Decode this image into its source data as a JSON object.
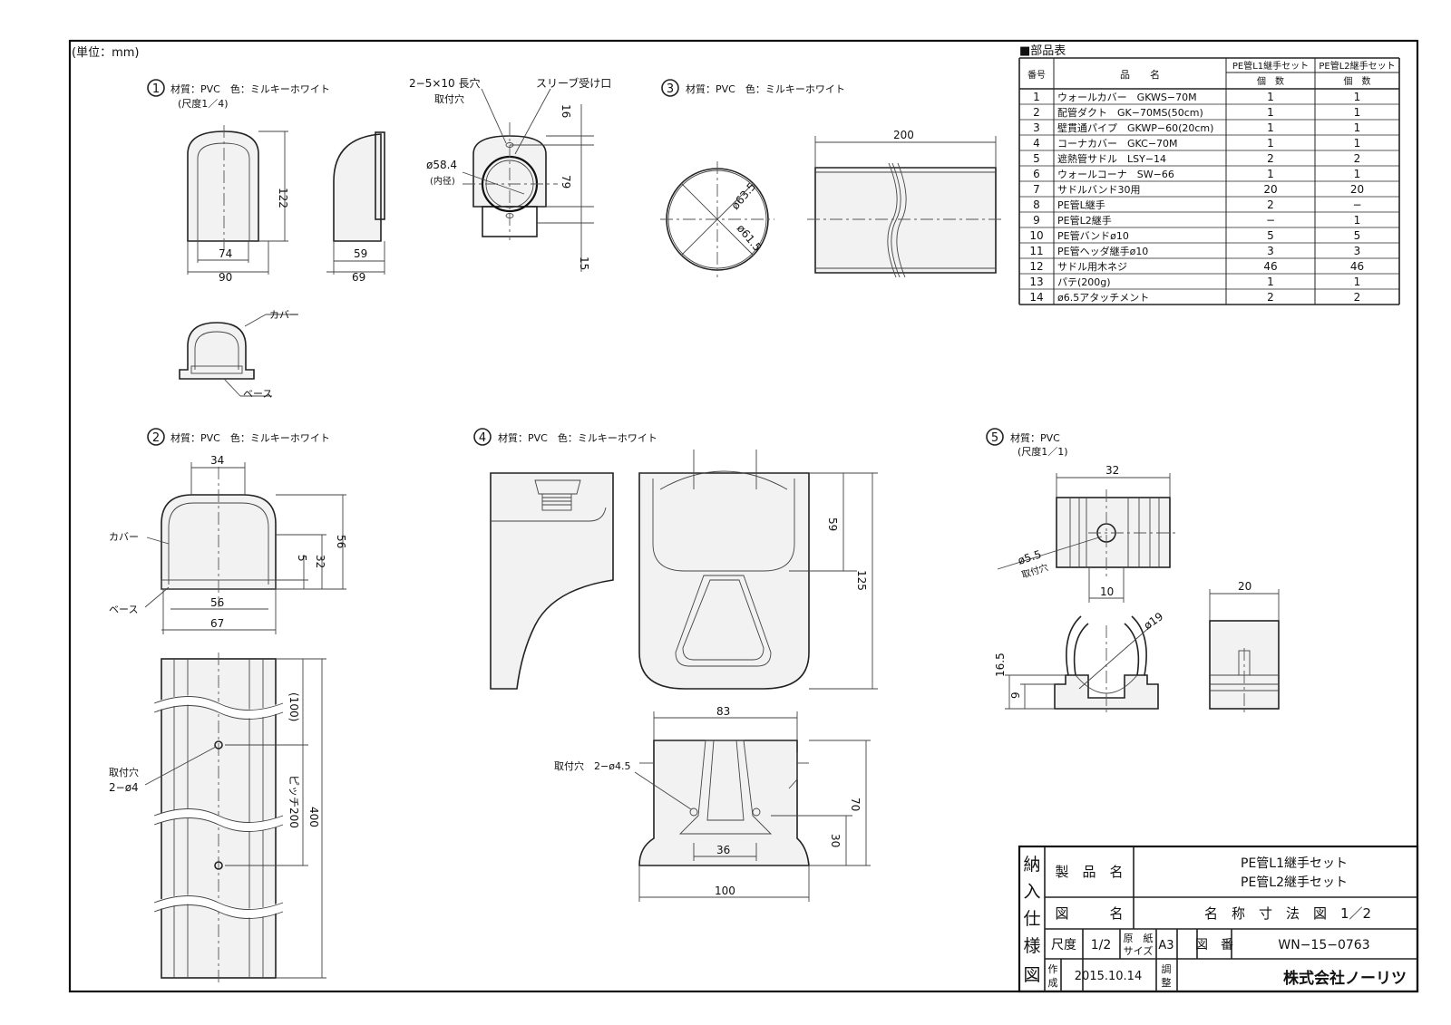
{
  "unit_note": "(単位：mm)",
  "parts_list": {
    "title": "■部品表",
    "headers": {
      "no": "番号",
      "name": "品　　名",
      "set1": "PE管L1継手セット",
      "set2": "PE管L2継手セット",
      "qty1": "個　数",
      "qty2": "個　数"
    },
    "rows": [
      {
        "no": "1",
        "name": "ウォールカバー　GKWS−70M",
        "q1": "1",
        "q2": "1"
      },
      {
        "no": "2",
        "name": "配管ダクト　GK−70MS(50cm)",
        "q1": "1",
        "q2": "1"
      },
      {
        "no": "3",
        "name": "壁貫通パイプ　GKWP−60(20cm)",
        "q1": "1",
        "q2": "1"
      },
      {
        "no": "4",
        "name": "コーナカバー　GKC−70M",
        "q1": "1",
        "q2": "1"
      },
      {
        "no": "5",
        "name": "遮熱管サドル　LSY−14",
        "q1": "2",
        "q2": "2"
      },
      {
        "no": "6",
        "name": "ウォールコーナ　SW−66",
        "q1": "1",
        "q2": "1"
      },
      {
        "no": "7",
        "name": "サドルバンド30用",
        "q1": "20",
        "q2": "20"
      },
      {
        "no": "8",
        "name": "PE管L継手",
        "q1": "2",
        "q2": "−"
      },
      {
        "no": "9",
        "name": "PE管L2継手",
        "q1": "−",
        "q2": "1"
      },
      {
        "no": "10",
        "name": "PE管バンドø10",
        "q1": "5",
        "q2": "5"
      },
      {
        "no": "11",
        "name": "PE管ヘッダ継手ø10",
        "q1": "3",
        "q2": "3"
      },
      {
        "no": "12",
        "name": "サドル用木ネジ",
        "q1": "46",
        "q2": "46"
      },
      {
        "no": "13",
        "name": "パテ(200g)",
        "q1": "1",
        "q2": "1"
      },
      {
        "no": "14",
        "name": "ø6.5アタッチメント",
        "q1": "2",
        "q2": "2"
      }
    ]
  },
  "part1": {
    "num": "1",
    "material": "材質：PVC　色：ミルキーホワイト",
    "scale": "(尺度1／4)",
    "label_slot": "2−5×10 長穴",
    "label_hole": "取付穴",
    "label_sleeve": "スリーブ受け口",
    "label_dia": "ø58.4",
    "label_inner": "(内径)",
    "label_cover": "カバー",
    "label_base": "ベース",
    "dims": {
      "h122": "122",
      "w74": "74",
      "w90": "90",
      "w59": "59",
      "w69": "69",
      "h16": "16",
      "h79": "79",
      "h15": "15"
    }
  },
  "part2": {
    "num": "2",
    "material": "材質：PVC　色：ミルキーホワイト",
    "label_cover": "カバー",
    "label_base": "ベース",
    "label_hole": "取付穴",
    "label_hole_dia": "2−ø4",
    "label_pitch": "ピッチ200",
    "dims": {
      "w34": "34",
      "h56": "56",
      "h32": "32",
      "h5": "5",
      "w56": "56",
      "w67": "67",
      "h100": "(100)",
      "h400": "400"
    }
  },
  "part3": {
    "num": "3",
    "material": "材質：PVC　色：ミルキーホワイト",
    "dims": {
      "d635": "ø63.5",
      "d615": "ø61.5",
      "l200": "200"
    }
  },
  "part4": {
    "num": "4",
    "material": "材質：PVC　色：ミルキーホワイト",
    "label_hole": "取付穴　2−ø4.5",
    "dims": {
      "h59": "59",
      "h125": "125",
      "w83": "83",
      "h70": "70",
      "h30": "30",
      "w36": "36",
      "w100": "100"
    }
  },
  "part5": {
    "num": "5",
    "material": "材質：PVC",
    "scale": "(尺度1／1)",
    "label_dia": "ø5.5",
    "label_hole": "取付穴",
    "dims": {
      "w32": "32",
      "w10": "10",
      "d19": "ø19",
      "h165": "16.5",
      "h9": "9",
      "w20": "20"
    }
  },
  "title_block": {
    "side": [
      "納",
      "入",
      "仕",
      "様",
      "図"
    ],
    "product_label": "製　品　名",
    "product_1": "PE管L1継手セット",
    "product_2": "PE管L2継手セット",
    "drawing_label": "図　　　名",
    "drawing_name": "名　称　寸　法　図　1／2",
    "scale_label": "尺度",
    "scale_value": "1/2",
    "paper_label_1": "原　紙",
    "paper_label_2": "サイズ",
    "paper_value": "A3",
    "drawing_no_label": "図　番",
    "drawing_no": "WN−15−0763",
    "made_label_1": "作",
    "made_label_2": "成",
    "date": "2015.10.14",
    "adj_label_1": "調",
    "adj_label_2": "整",
    "company": "株式会社ノーリツ"
  }
}
